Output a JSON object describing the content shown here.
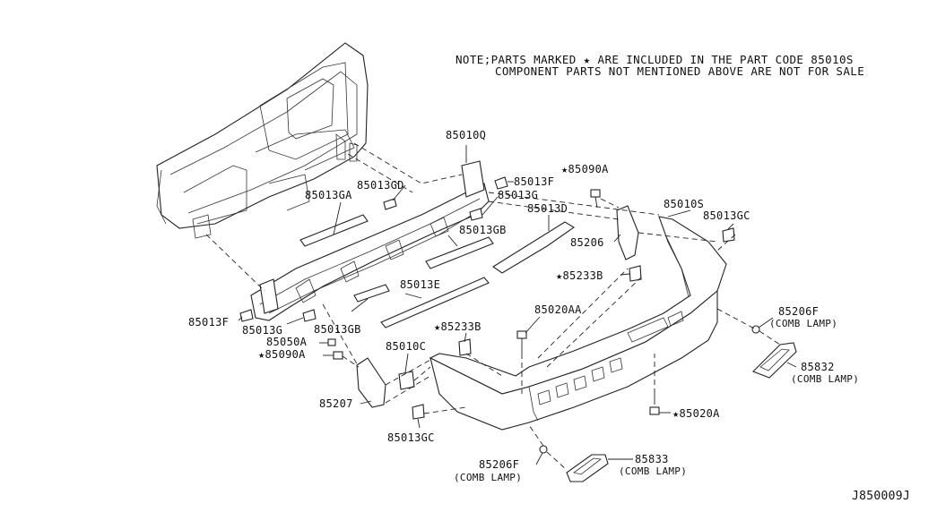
{
  "note": {
    "line1": "NOTE;PARTS MARKED ★ ARE INCLUDED IN THE PART CODE 85010S",
    "line2": "COMPONENT PARTS NOT MENTIONED ABOVE ARE NOT FOR SALE"
  },
  "diagram_code": "J850009J",
  "labels": {
    "p85010Q": "85010Q",
    "p85013GD": "85013GD",
    "p85013GA": "85013GA",
    "p85013F_top": "85013F",
    "p85013G_top": "85013G",
    "p85090A_top": "★85090A",
    "p85013GB_top": "85013GB",
    "p85013D": "85013D",
    "p85010S": "85010S",
    "p85013GC_right": "85013GC",
    "p85206": "85206",
    "p85233B_right": "★85233B",
    "p85013E": "85013E",
    "p85013F_left": "85013F",
    "p85013G_left": "85013G",
    "p85013GB_mid": "85013GB",
    "p85050A": "85050A",
    "p85090A_left": "★85090A",
    "p85233B_mid": "★85233B",
    "p85020AA": "85020AA",
    "p85010C": "85010C",
    "p85206F_right": "85206F",
    "p85206F_right_sub": "(COMB LAMP)",
    "p85832": "85832",
    "p85832_sub": "(COMB LAMP)",
    "p85207": "85207",
    "p85013GC_bottom": "85013GC",
    "p85020A": "★85020A",
    "p85206F_bottom": "85206F",
    "p85206F_bottom_sub": "(COMB LAMP)",
    "p85833": "85833",
    "p85833_sub": "(COMB LAMP)"
  }
}
